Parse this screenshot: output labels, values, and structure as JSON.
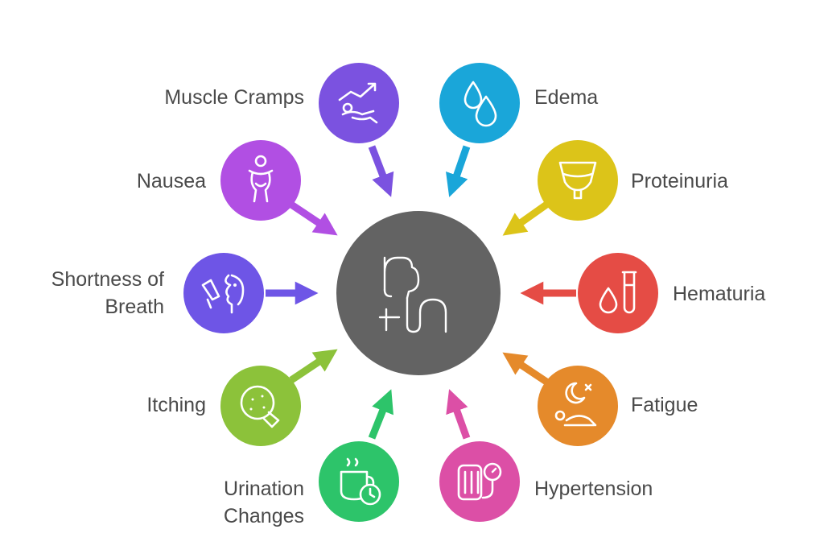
{
  "center": {
    "color": "#636363",
    "icon": "kidney-urinary-icon"
  },
  "nodes": [
    {
      "id": "muscle-cramps",
      "lines": [
        "Muscle Cramps"
      ],
      "color": "#7b52e0",
      "icon": "muscle-cramps-icon"
    },
    {
      "id": "edema",
      "lines": [
        "Edema"
      ],
      "color": "#1aa6d9",
      "icon": "water-drops-icon"
    },
    {
      "id": "nausea",
      "lines": [
        "Nausea"
      ],
      "color": "#b14fe3",
      "icon": "nauseous-person-icon"
    },
    {
      "id": "proteinuria",
      "lines": [
        "Proteinuria"
      ],
      "color": "#dcc419",
      "icon": "urine-cup-icon"
    },
    {
      "id": "shortness-of-breath",
      "lines": [
        "Shortness of",
        "Breath"
      ],
      "color": "#6e55e6",
      "icon": "inhaler-face-icon"
    },
    {
      "id": "hematuria",
      "lines": [
        "Hematuria"
      ],
      "color": "#e54c45",
      "icon": "blood-drop-test-tube-icon"
    },
    {
      "id": "itching",
      "lines": [
        "Itching"
      ],
      "color": "#8cc23a",
      "icon": "itchy-face-icon"
    },
    {
      "id": "fatigue",
      "lines": [
        "Fatigue"
      ],
      "color": "#e58a2b",
      "icon": "sleeping-person-icon"
    },
    {
      "id": "urination-changes",
      "lines": [
        "Urination",
        "Changes"
      ],
      "color": "#2dc46a",
      "icon": "cup-clock-icon"
    },
    {
      "id": "hypertension",
      "lines": [
        "Hypertension"
      ],
      "color": "#dc4fa6",
      "icon": "blood-pressure-cuff-icon"
    }
  ]
}
